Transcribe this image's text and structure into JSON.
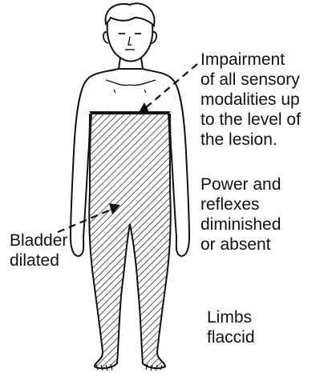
{
  "labels": {
    "impairment": [
      "Impairment",
      "of all sensory",
      "modalities up",
      "to the level of",
      "the lesion."
    ],
    "power": [
      "Power and",
      "reflexes",
      "diminished",
      "or absent"
    ],
    "bladder": [
      "Bladder",
      "dilated"
    ],
    "limbs": [
      "Limbs",
      "flaccid"
    ]
  },
  "colors": {
    "ink": "#111111",
    "background": "#ffffff"
  }
}
